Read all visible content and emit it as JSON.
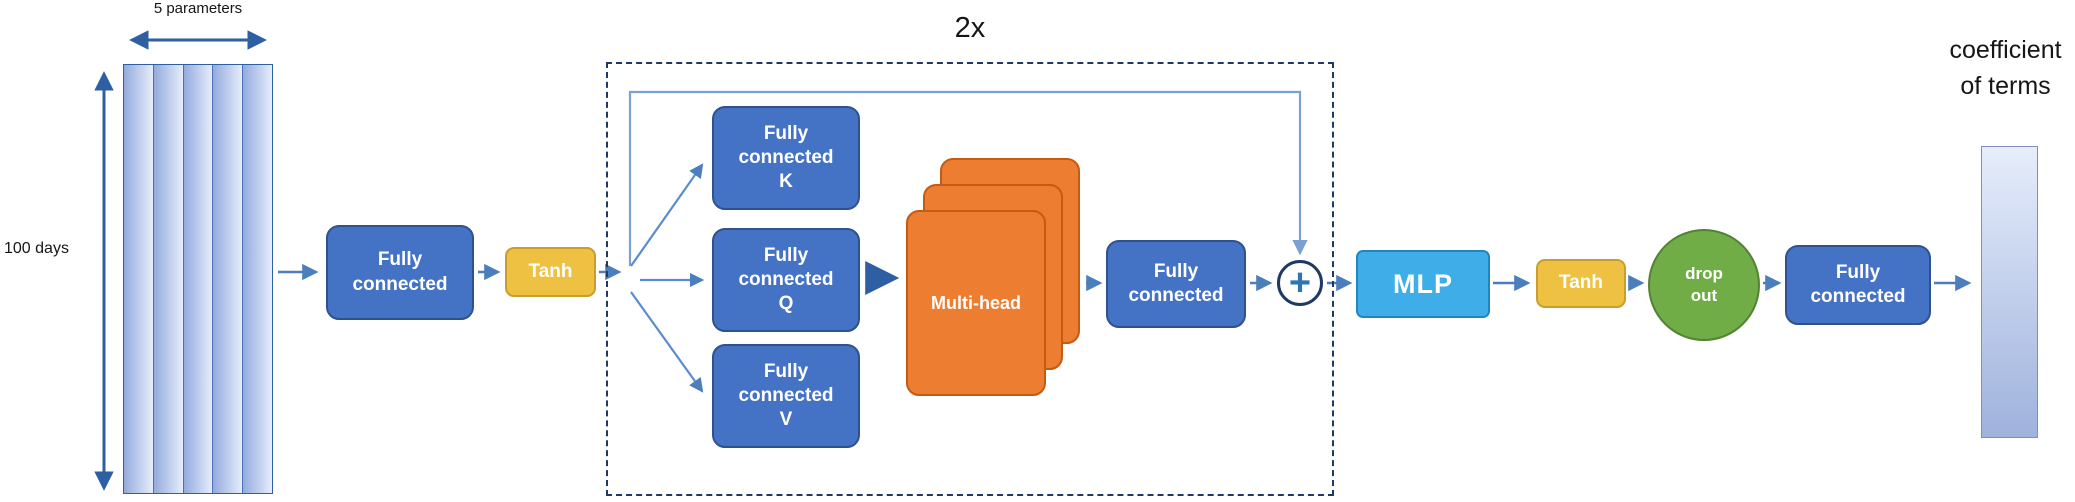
{
  "annotations": {
    "parameters": "5 parameters",
    "days": "100 days",
    "repeat": "2x",
    "output_label": "coefficient\nof terms"
  },
  "nodes": {
    "fc_input": "Fully\nconnected",
    "tanh_1": "Tanh",
    "fc_k": "Fully\nconnected\nK",
    "fc_q": "Fully\nconnected\nQ",
    "fc_v": "Fully\nconnected\nV",
    "multihead": "Multi-head",
    "fc_attn": "Fully\nconnected",
    "add": "+",
    "mlp": "MLP",
    "tanh_2": "Tanh",
    "dropout": "drop\nout",
    "fc_out": "Fully\nconnected"
  },
  "colors": {
    "block_blue": "#4472C4",
    "block_blue_border": "#2F528F",
    "gold": "#EFC143",
    "orange": "#ED7D31",
    "orange_border": "#C55A11",
    "mlp_blue": "#3FAEE8",
    "green": "#70AD47",
    "arrow_blue": "#4A7EBC",
    "dark_navy": "#1F3864"
  }
}
